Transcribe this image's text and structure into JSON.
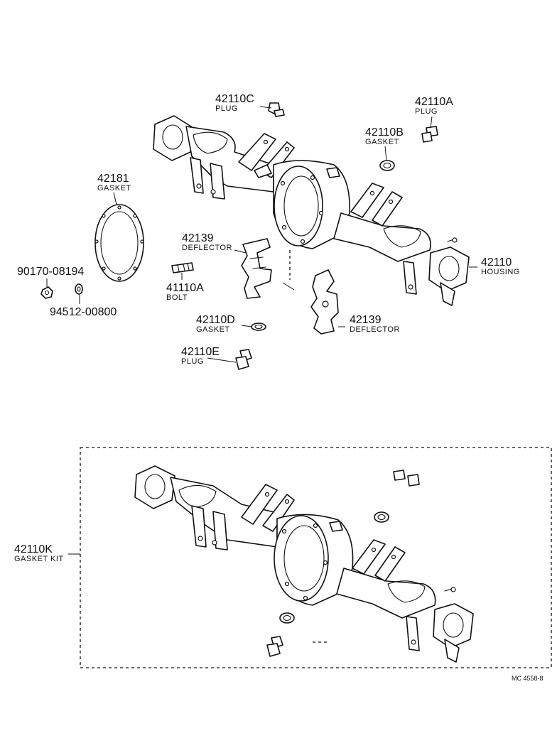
{
  "callouts": [
    {
      "id": "42110C",
      "desc": "PLUG"
    },
    {
      "id": "42110A",
      "desc": "PLUG"
    },
    {
      "id": "42110B",
      "desc": "GASKET"
    },
    {
      "id": "42181",
      "desc": "GASKET"
    },
    {
      "id": "42139",
      "desc": "DEFLECTOR"
    },
    {
      "id": "42110",
      "desc": "HOUSING"
    },
    {
      "id": "90170-08194",
      "desc": ""
    },
    {
      "id": "41110A",
      "desc": "BOLT"
    },
    {
      "id": "94512-00800",
      "desc": ""
    },
    {
      "id": "42110D",
      "desc": "GASKET"
    },
    {
      "id": "42139",
      "desc": "DEFLECTOR"
    },
    {
      "id": "42110E",
      "desc": "PLUG"
    },
    {
      "id": "42110K",
      "desc": "GASKET KIT"
    }
  ],
  "footer_code": "MC  4558-8"
}
